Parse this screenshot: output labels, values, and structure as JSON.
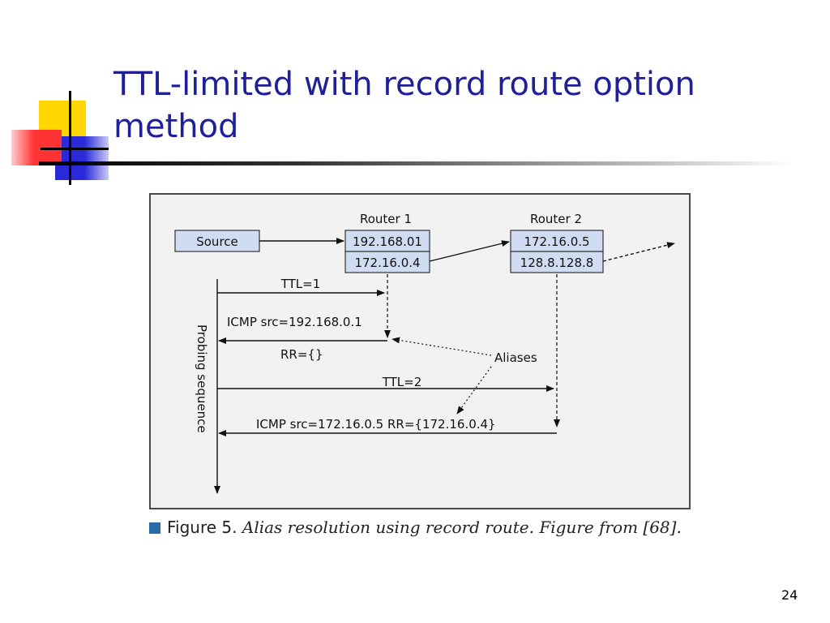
{
  "slide": {
    "title": "TTL-limited with record route option method",
    "page_number": "24"
  },
  "colors": {
    "title": "#1f1f99",
    "deco_yellow": "#ffd700",
    "deco_red": "#ff3333",
    "deco_blue": "#2a2ad9",
    "figure_bg": "#f2f2f2",
    "caption_square": "#2b6aa8"
  },
  "diagram": {
    "source_label": "Source",
    "router1": {
      "name": "Router 1",
      "ip_top": "192.168.01",
      "ip_bottom": "172.16.0.4"
    },
    "router2": {
      "name": "Router 2",
      "ip_top": "172.16.0.5",
      "ip_bottom": "128.8.128.8"
    },
    "probe_ttl1": "TTL=1",
    "reply1_icmp": "ICMP src=192.168.0.1",
    "reply1_rr": "RR={}",
    "aliases_label": "Aliases",
    "probe_ttl2": "TTL=2",
    "reply2": "ICMP src=172.16.0.5 RR={172.16.0.4}",
    "axis_label": "Probing sequence"
  },
  "caption": {
    "lead": "Figure 5.",
    "text": "Alias resolution using record route. Figure from [68]."
  }
}
